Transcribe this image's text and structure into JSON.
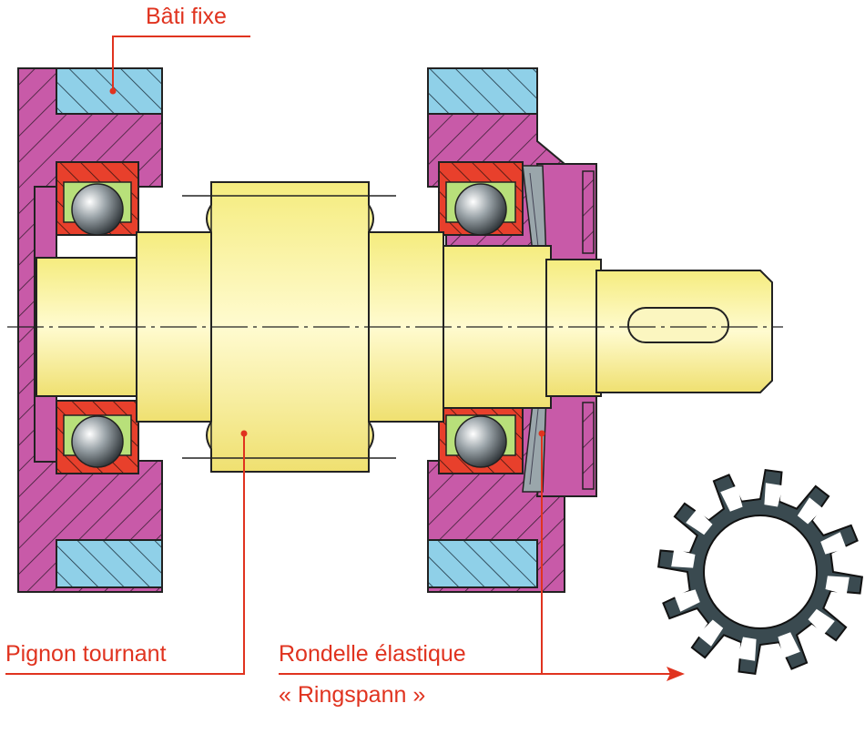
{
  "labels": {
    "bati_fixe": "Bâti fixe",
    "pignon_tournant": "Pignon tournant",
    "rondelle_elastique": "Rondelle élastique",
    "ringspann": "« Ringspann »"
  },
  "colors": {
    "frame_magenta": "#c85aa8",
    "cover_blue": "#8fd0e8",
    "bearing_red": "#e8402c",
    "bearing_green": "#b8e07a",
    "shaft_yellow": "#f7ef8a",
    "washer_dark": "#3a4a50",
    "label_red": "#e0331f",
    "outline": "#222222"
  }
}
